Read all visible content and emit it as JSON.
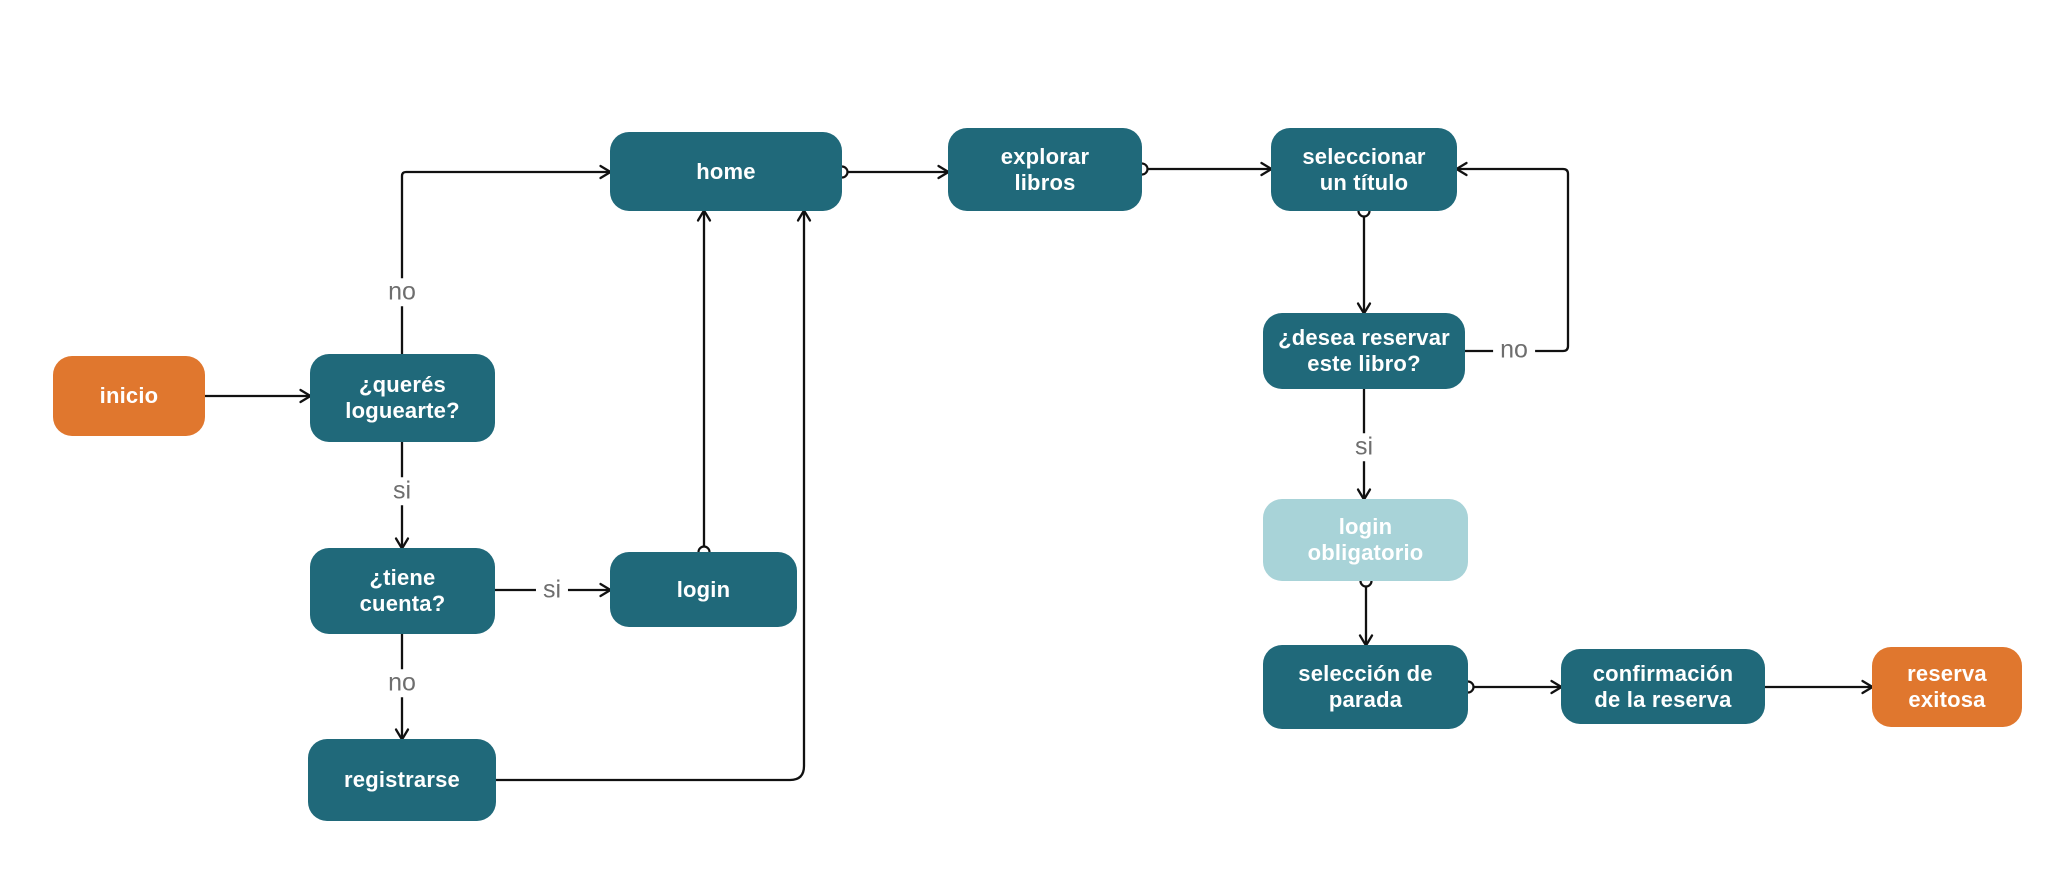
{
  "diagram": {
    "type": "flowchart",
    "palette": {
      "node_teal": "#20697a",
      "node_light_teal": "#a8d3d8",
      "node_orange": "#e0772e",
      "node_text": "#ffffff",
      "edge_line": "#111111",
      "edge_label_text": "#6e6e6e",
      "canvas_bg": "#ffffff"
    },
    "nodes": [
      {
        "id": "inicio",
        "label": "inicio",
        "style": "orange"
      },
      {
        "id": "queres-loguearte",
        "label": "¿querés loguearte?",
        "style": "teal"
      },
      {
        "id": "home",
        "label": "home",
        "style": "teal"
      },
      {
        "id": "explorar-libros",
        "label": "explorar libros",
        "style": "teal"
      },
      {
        "id": "seleccionar-titulo",
        "label": "seleccionar un título",
        "style": "teal"
      },
      {
        "id": "desea-reservar",
        "label": "¿desea reservar este libro?",
        "style": "teal"
      },
      {
        "id": "login-obligatorio",
        "label": "login obligatorio",
        "style": "light"
      },
      {
        "id": "seleccion-parada",
        "label": "selección de parada",
        "style": "teal"
      },
      {
        "id": "confirmacion-reserva",
        "label": "confirmación de la reserva",
        "style": "teal"
      },
      {
        "id": "reserva-exitosa",
        "label": "reserva exitosa",
        "style": "orange"
      },
      {
        "id": "tiene-cuenta",
        "label": "¿tiene cuenta?",
        "style": "teal"
      },
      {
        "id": "login",
        "label": "login",
        "style": "teal"
      },
      {
        "id": "registrarse",
        "label": "registrarse",
        "style": "teal"
      }
    ],
    "edges": [
      {
        "from": "inicio",
        "to": "queres-loguearte",
        "label": ""
      },
      {
        "from": "queres-loguearte",
        "to": "home",
        "label": "no"
      },
      {
        "from": "queres-loguearte",
        "to": "tiene-cuenta",
        "label": "si"
      },
      {
        "from": "tiene-cuenta",
        "to": "login",
        "label": "si"
      },
      {
        "from": "tiene-cuenta",
        "to": "registrarse",
        "label": "no"
      },
      {
        "from": "login",
        "to": "home",
        "label": ""
      },
      {
        "from": "registrarse",
        "to": "home",
        "label": ""
      },
      {
        "from": "home",
        "to": "explorar-libros",
        "label": ""
      },
      {
        "from": "explorar-libros",
        "to": "seleccionar-titulo",
        "label": ""
      },
      {
        "from": "seleccionar-titulo",
        "to": "desea-reservar",
        "label": ""
      },
      {
        "from": "desea-reservar",
        "to": "seleccionar-titulo",
        "label": "no"
      },
      {
        "from": "desea-reservar",
        "to": "login-obligatorio",
        "label": "si"
      },
      {
        "from": "login-obligatorio",
        "to": "seleccion-parada",
        "label": ""
      },
      {
        "from": "seleccion-parada",
        "to": "confirmacion-reserva",
        "label": ""
      },
      {
        "from": "confirmacion-reserva",
        "to": "reserva-exitosa",
        "label": ""
      }
    ]
  }
}
